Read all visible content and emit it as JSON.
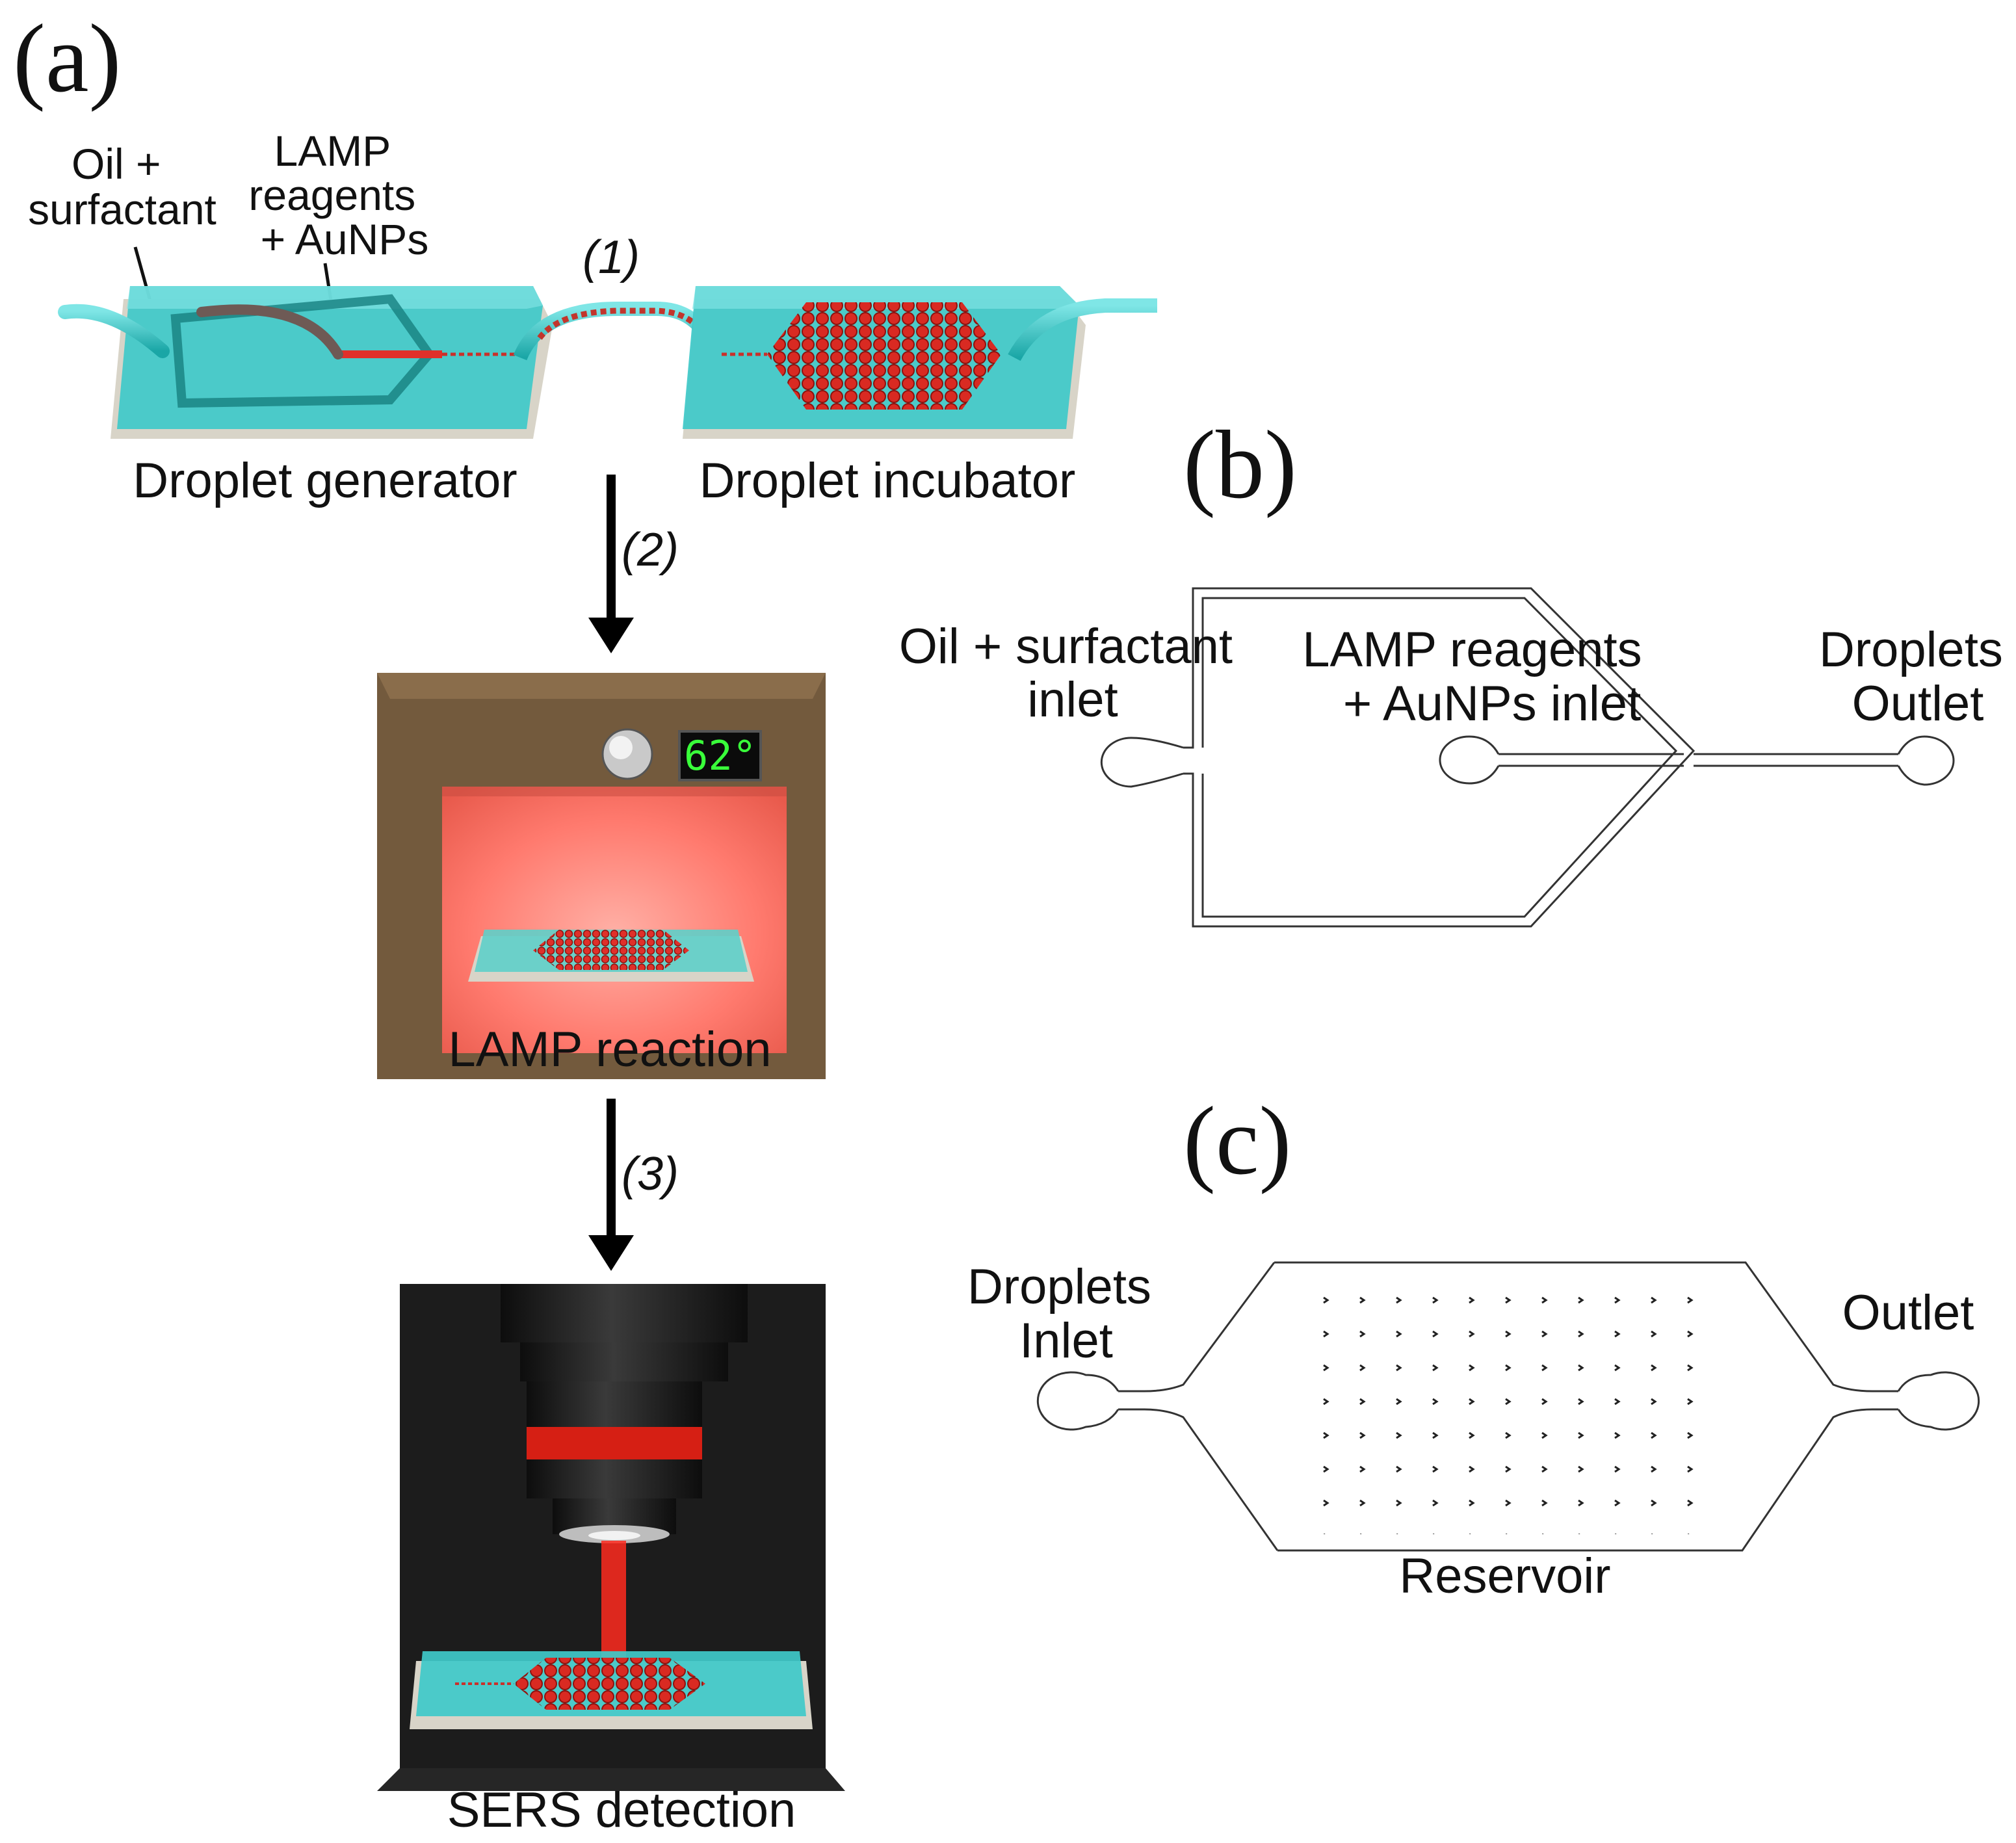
{
  "panels": {
    "a": "(a)",
    "b": "(b)",
    "c": "(c)"
  },
  "panel_a": {
    "oil_label": [
      "Oil +",
      "surfactant"
    ],
    "lamp_label": [
      "LAMP",
      "reagents",
      "+ AuNPs"
    ],
    "step1": "(1)",
    "step2": "(2)",
    "step3": "(3)",
    "generator_label": "Droplet generator",
    "incubator_label": "Droplet incubator",
    "oven_display": "62°",
    "oven_label": "LAMP reaction",
    "sers_label": "SERS detection"
  },
  "panel_b": {
    "oil_inlet": [
      "Oil + surfactant",
      "inlet"
    ],
    "lamp_inlet": [
      "LAMP reagents",
      "+ AuNPs inlet"
    ],
    "outlet": [
      "Droplets",
      "Outlet"
    ]
  },
  "panel_c": {
    "inlet": [
      "Droplets",
      "Inlet"
    ],
    "outlet": "Outlet",
    "reservoir": "Reservoir"
  },
  "colors": {
    "chip_teal": "#3fc9c9",
    "droplet_red": "#e0302a",
    "oven_brown": "#735a3d",
    "oven_glow": "#ff7a6e",
    "enclosure_black": "#1c1c1c",
    "laser_red": "#ff2a1f"
  }
}
